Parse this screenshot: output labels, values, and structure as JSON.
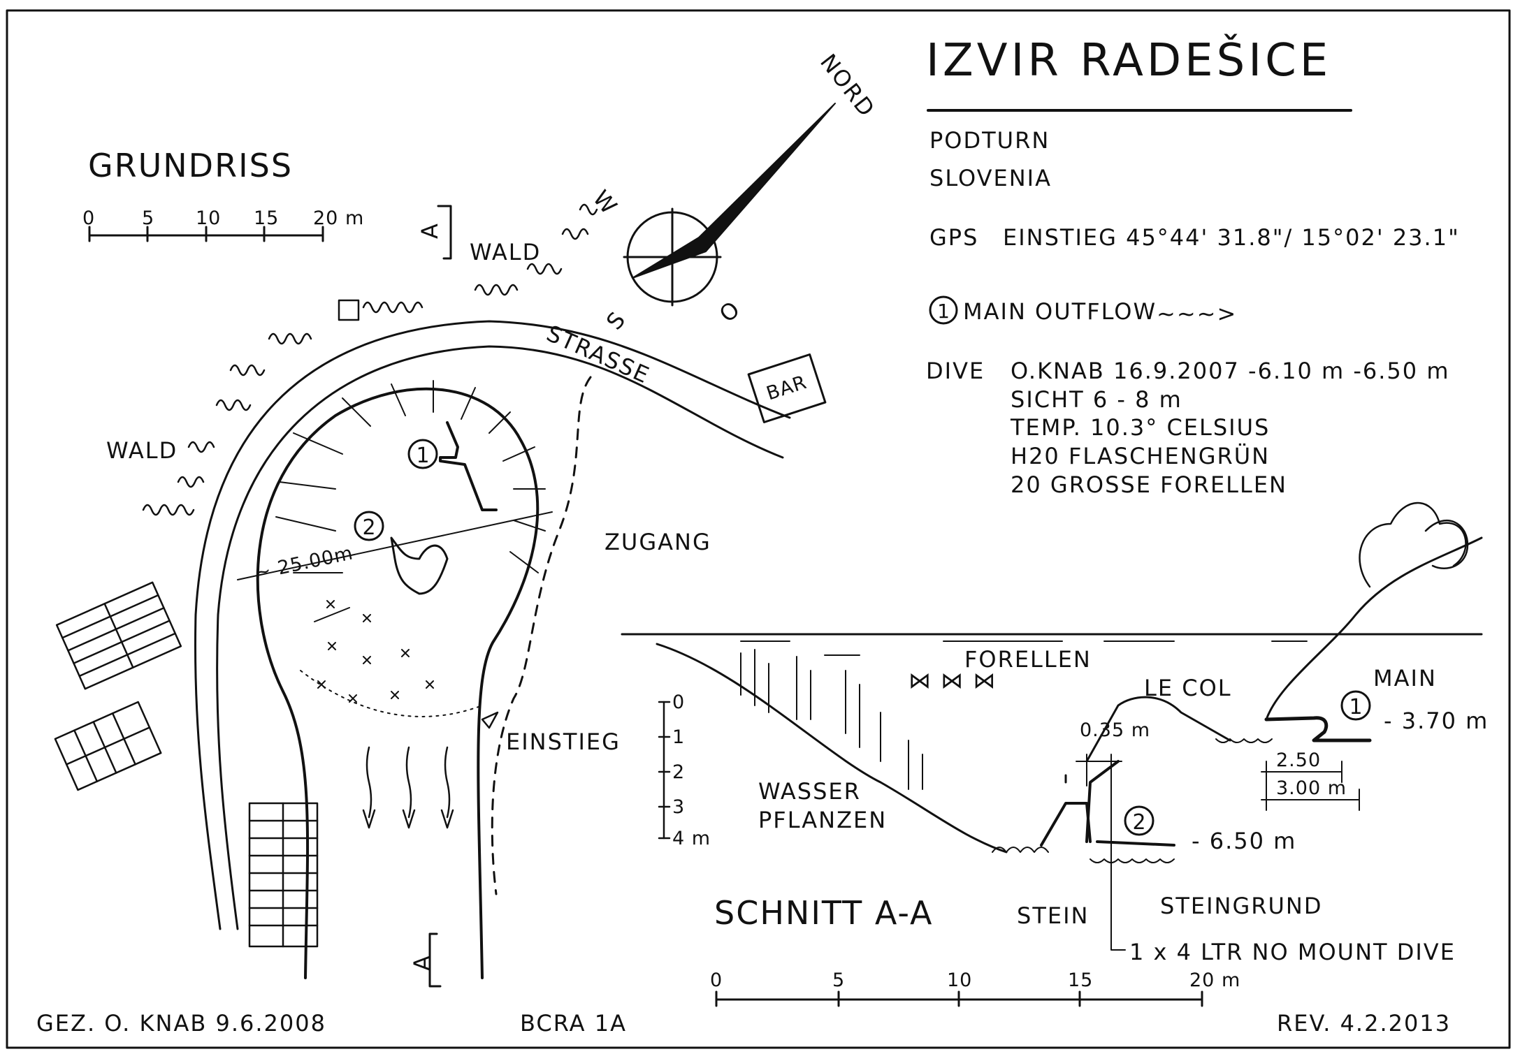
{
  "title": "IZVIR RADEŠICE",
  "location": [
    "PODTURN",
    "SLOVENIA"
  ],
  "gps": {
    "label": "GPS",
    "text": "EINSTIEG 45°44' 31.8\"/ 15°02' 23.1\""
  },
  "legend": {
    "number": "1",
    "text": "MAIN OUTFLOW"
  },
  "dive": {
    "label": "DIVE",
    "lines": [
      "O.KNAB  16.9.2007  -6.10 m  -6.50 m",
      "SICHT  6 - 8 m",
      "TEMP.  10.3° CELSIUS",
      "H20  FLASCHENGRÜN",
      "20 GROSSE  FORELLEN"
    ]
  },
  "plan": {
    "heading": "GRUNDRISS",
    "scale_ticks": [
      "0",
      "5",
      "10",
      "15",
      "20 m"
    ],
    "compass": {
      "north": "NORD",
      "west": "W",
      "south": "S",
      "east": "O"
    },
    "labels": {
      "wald_top": "WALD",
      "wald_left": "WALD",
      "strasse": "STRASSE",
      "bar": "BAR",
      "zugang": "ZUGANG",
      "einstieg": "EINSTIEG",
      "distance": "~ 25.00m",
      "point1": "1",
      "point2": "2",
      "section_top": "A",
      "section_bottom": "A"
    }
  },
  "section": {
    "heading": "SCHNITT A-A",
    "depth_ticks": [
      "0",
      "1",
      "2",
      "3",
      "4 m"
    ],
    "scale_ticks": [
      "0",
      "5",
      "10",
      "15",
      "20 m"
    ],
    "labels": {
      "forellen": "FORELLEN",
      "le_col": "LE COL",
      "main": "MAIN",
      "depth1": "- 3.70 m",
      "depth2": "- 6.50 m",
      "gap": "0.35 m",
      "dim1": "2.50",
      "dim2": "3.00 m",
      "wasser1": "WASSER",
      "wasser2": "PFLANZEN",
      "stein": "STEIN",
      "steingrund": "STEINGRUND",
      "note": "1 x 4 LTR NO MOUNT DIVE",
      "point1": "1",
      "point2": "2"
    }
  },
  "footer": {
    "drawn": "GEZ. O. KNAB  9.6.2008",
    "grade": "BCRA 1A",
    "revision": "REV. 4.2.2013"
  }
}
